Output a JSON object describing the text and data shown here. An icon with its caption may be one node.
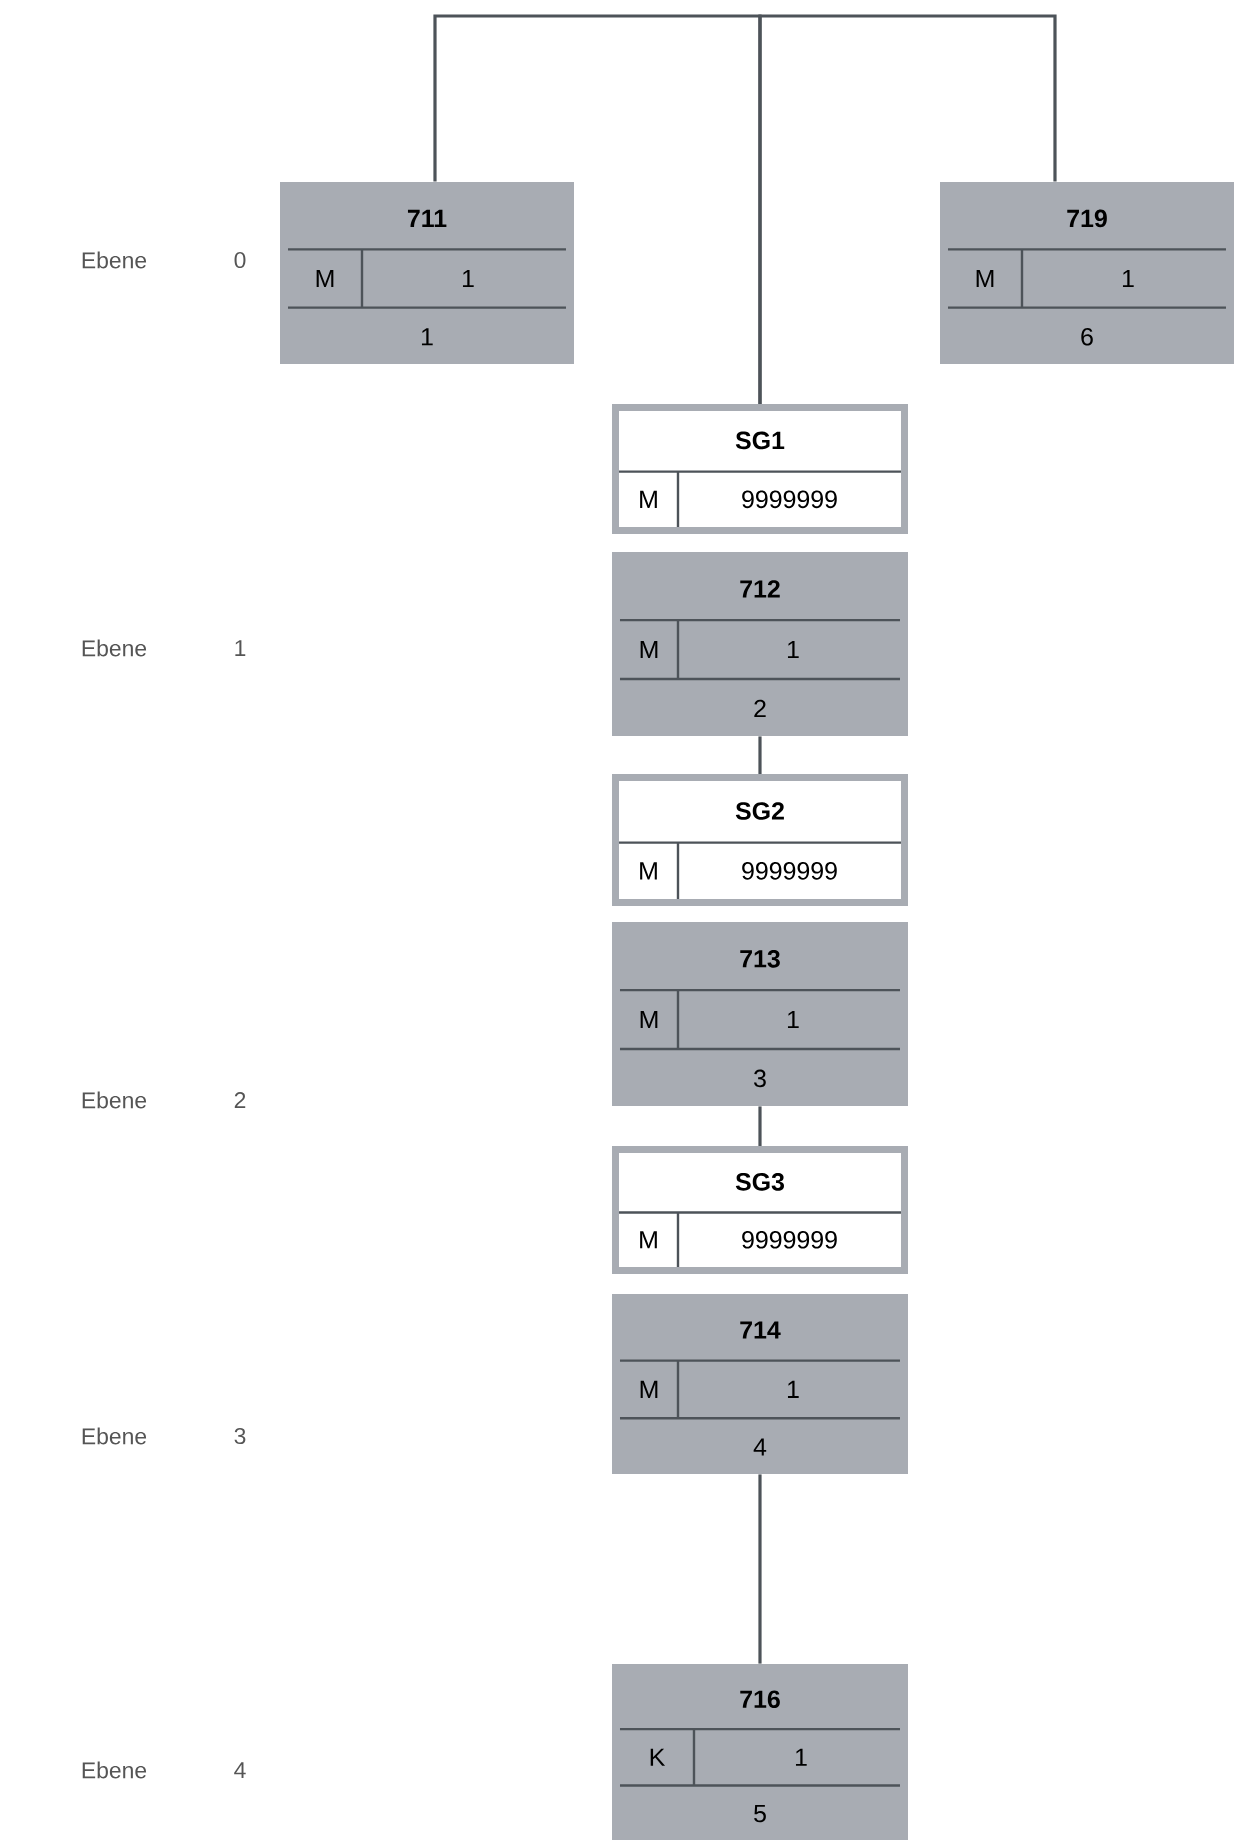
{
  "diagram": {
    "nodes": [
      {
        "text": [
          "711",
          "M",
          "1",
          "1"
        ]
      },
      {
        "text": [
          "719",
          "M",
          "1",
          "6"
        ]
      },
      {
        "text": [
          "SG1",
          "M",
          "9999999"
        ]
      },
      {
        "text": [
          "712",
          "M",
          "1",
          "2"
        ]
      },
      {
        "text": [
          "SG2",
          "M",
          "9999999"
        ]
      },
      {
        "text": [
          "713",
          "M",
          "1",
          "3"
        ]
      },
      {
        "text": [
          "SG3",
          "M",
          "9999999"
        ]
      },
      {
        "text": [
          "714",
          "M",
          "1",
          "4"
        ]
      },
      {
        "text": [
          "716",
          "K",
          "1",
          "5"
        ]
      }
    ],
    "edges": [
      {
        "from": 0,
        "to": 2,
        "arrow": "none"
      },
      {
        "from": 1,
        "to": 2,
        "arrow": "none"
      },
      {
        "from": 3,
        "to": 4,
        "arrow": "none"
      },
      {
        "from": 5,
        "to": 6,
        "arrow": "none"
      },
      {
        "from": 7,
        "to": 8,
        "arrow": "none"
      }
    ],
    "labels": [
      "Ebene",
      "0",
      "Ebene",
      "1",
      "Ebene",
      "2",
      "Ebene",
      "3",
      "Ebene",
      "4"
    ]
  }
}
